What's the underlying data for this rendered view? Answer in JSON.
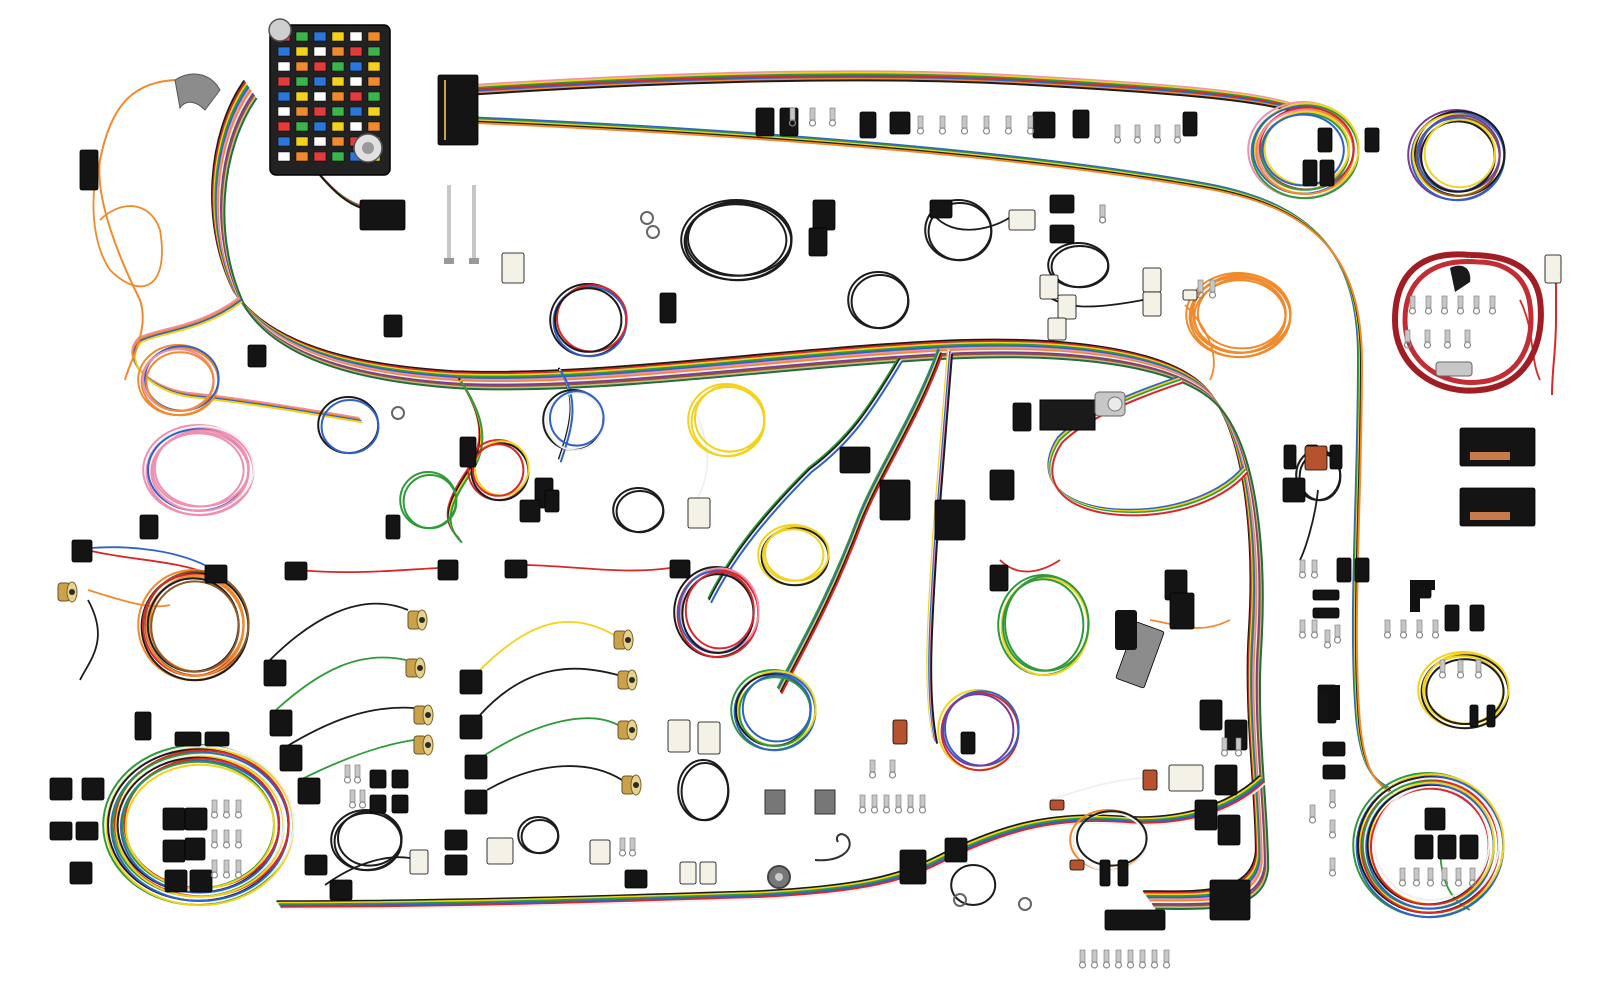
{
  "photo": {
    "background_color": "#ffffff",
    "wire_colors": {
      "black": "#1c1c1c",
      "red": "#d8282a",
      "orange": "#f08a2c",
      "yellow": "#f2d21c",
      "green": "#2f9a3a",
      "blue": "#2f62c8",
      "pink": "#f08fb0",
      "purple": "#7a3a9a",
      "brown": "#8a5a2a",
      "white": "#efefef",
      "tan": "#d2b48c",
      "gray": "#9a9a9a",
      "dark_green": "#1f6f3a",
      "light_blue": "#6fb3e8",
      "dark_red": "#a01d24"
    },
    "connector_colors": {
      "black": "#141414",
      "white": "#f4f1e6",
      "gray": "#8c8c8c",
      "rust": "#b5532e"
    },
    "metal_colors": {
      "silver": "#c7c7c7",
      "copper": "#c87a4a",
      "brass": "#caa24a"
    },
    "fuse_colors": [
      "#e23b3b",
      "#3bb54a",
      "#2c76d9",
      "#f2d21c",
      "#ffffff",
      "#f08a2c"
    ],
    "components": [
      "fuse-block",
      "main-harness-trunk",
      "coiled-sub-harnesses",
      "loose-connectors",
      "terminals",
      "light-sockets",
      "battery-cable",
      "relays",
      "grommet",
      "ground-straps"
    ]
  }
}
